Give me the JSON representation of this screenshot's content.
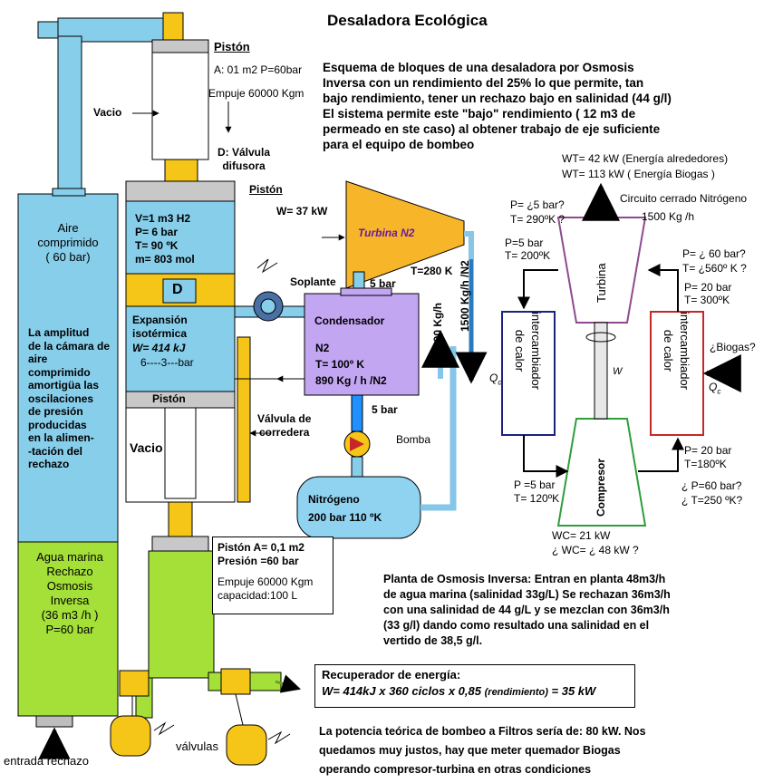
{
  "title": "Desaladora Ecológica",
  "colors": {
    "air_blue": "#87ceeb",
    "sea_green": "#a4e038",
    "turbine_orange": "#f7b52a",
    "yellow_valve": "#f5c518",
    "condenser_violet": "#c2a6f2",
    "nitrogen_blue": "#8fd3f1",
    "pipe_blue": "#86c6e8",
    "hx_cold": "#1a237e",
    "hx_hot": "#c62828",
    "compressor_green": "#2e9e3b",
    "turbine_violet": "#8e4a8e",
    "cylinder_grey": "#c8c8c8"
  },
  "header": {
    "description": "Esquema de bloques de una desaladora por Osmosis\nInversa con un rendimiento del 25% lo que permite, tan\nbajo rendimiento, tener un rechazo bajo en salinidad (44 g/l)\nEl sistema permite este \"bajo\" rendimiento ( 12 m3 de\npermeado en ste caso) al obtener trabajo de eje suficiente\npara el equipo de bombeo"
  },
  "upper_piston": {
    "label": "Pistón",
    "specs": "A: 01 m2  P=60bar",
    "thrust": "Empuje 60000 Kgm",
    "vacuum": "Vacio",
    "valve": "D: Válvula\ndifusora"
  },
  "main_cylinder": {
    "piston_top": "Pistón",
    "gas_state": "V=1 m3 H2\nP= 6 bar\nT= 90 ºK\nm= 803 mol",
    "valve_d": "D",
    "expansion_title": "Expansión\nisotérmica",
    "expansion_work": "W= 414 kJ",
    "expansion_range": "6----3---bar",
    "piston_bottom": "Pistón",
    "vacuum": "Vacio",
    "slide_valve": "Válvula de\ncorredera"
  },
  "left_column": {
    "air_title": "Aire\ncomprimido\n( 60 bar)",
    "air_note": "La amplitud\nde la cámara de\naire\ncomprimido\namortigüa las\noscilaciones\nde presión\nproducidas\nen la alimen-\n-tación del\nrechazo",
    "sea_water": "Agua marina\nRechazo\nOsmosis\nInversa\n(36 m3 /h )\nP=60 bar",
    "inlet": "entrada rechazo"
  },
  "lower_piston": {
    "specs": "Pistón A= 0,1 m2\nPresión =60 bar",
    "thrust": "Empuje 60000 Kgm\ncapacidad:100 L",
    "valves": "válvulas"
  },
  "nitrogen_loop": {
    "turbine_work": "W= 37 kW",
    "turbine_label": "Turbina N2",
    "turbine_outlet": "T=280 K",
    "blower": "Soplante",
    "pressure_top": "5 bar",
    "flow_1500": "1500 Kg/h /N2",
    "flow_890": "890 Kg/h",
    "condenser_title": "Condensador",
    "condenser_body": "N2\nT= 100º K\n890 Kg / h /N2",
    "pressure_bottom": "5 bar",
    "pump": "Bomba",
    "tank": "Nitrógeno\n200 bar 110 ºK"
  },
  "brayton": {
    "wt_ambient": "WT= 42 kW (Energía alrededores)",
    "wt_biogas": "WT= 113 kW ( Energía Biogas )",
    "circuit": "Circuito cerrado Nitrógeno",
    "circuit_flow": "1500 Kg /h",
    "turbine_in_q": "P= ¿5 bar?\nT= 290ºK ?",
    "turbine_out": "P=5 bar\nT= 200ºK",
    "hot_in_q": "P= ¿ 60 bar?\nT= ¿560º K ?",
    "hot_in": "P= 20 bar\nT= 300ºK",
    "turbine_label": "Turbina",
    "hx_cold_label": "intercambiador\nde calor",
    "hx_hot_label": "intercambiador\nde calor",
    "q_cold": "Q",
    "q_cold_sub": "c",
    "q_hot": "Q",
    "q_hot_sub": "c",
    "shaft_w": "W",
    "biogas_q": "¿Biogas?",
    "compressor_label": "Compresor",
    "comp_left": "P =5 bar\nT= 120ºK",
    "comp_right": "P= 20 bar\nT=180ºK",
    "comp_right_q": "¿ P=60 bar?\n¿ T=250 ºK?",
    "wc": "WC= 21 kW",
    "wc_q": "¿ WC=  ¿ 48 kW ?"
  },
  "notes": {
    "osmosis": "Planta de Osmosis Inversa: Entran en planta 48m3/h\nde agua marina (salinidad 33g/L) Se rechazan 36m3/h\ncon una salinidad de 44 g/L y se mezclan con 36m3/h\n (33 g/l) dando como resultado una salinidad en el\nvertido de 38,5 g/l.",
    "recovery_title": "Recuperador de energía:",
    "recovery_formula": "W= 414kJ x 360 ciclos x 0,85",
    "recovery_efficiency": "(rendimiento)",
    "recovery_result": "= 35 kW",
    "pumping": "La potencia teórica de bombeo a Filtros sería de: 80 kW. Nos\nquedamos muy justos, hay que meter quemador Biogas\noperando compresor-turbina en otras condiciones"
  }
}
